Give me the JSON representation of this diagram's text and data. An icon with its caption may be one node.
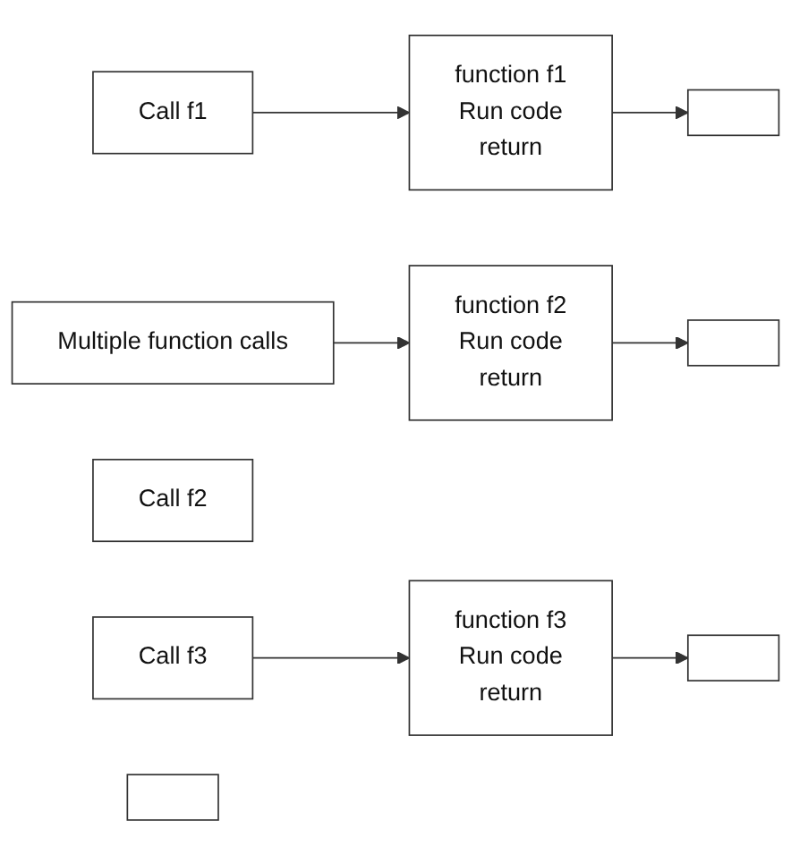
{
  "diagram": {
    "nodes": [
      {
        "text": [
          "Call f1"
        ]
      },
      {
        "text": [],
        "shape": "box"
      },
      {
        "text": [
          "Multiple function calls"
        ]
      },
      {
        "text": [
          "Call f2"
        ]
      },
      {
        "text": [],
        "shape": "box"
      },
      {
        "text": [
          "Call f3"
        ]
      },
      {
        "text": [],
        "shape": "box"
      },
      {
        "text": [],
        "shape": "box"
      },
      {
        "text": [
          "function f1",
          "Run code",
          "return"
        ]
      },
      {
        "text": [
          "function f2",
          "Run code",
          "return"
        ]
      },
      {
        "text": [
          "function f3",
          "Run code",
          "return"
        ]
      }
    ],
    "edges": [
      {
        "from": 0,
        "to": 8,
        "arrow": "to"
      },
      {
        "from": 8,
        "to": 1,
        "arrow": "to"
      },
      {
        "from": 2,
        "to": 9,
        "arrow": "to"
      },
      {
        "from": 9,
        "to": 4,
        "arrow": "to"
      },
      {
        "from": 5,
        "to": 10,
        "arrow": "to"
      },
      {
        "from": 10,
        "to": 7,
        "arrow": "to"
      }
    ]
  }
}
